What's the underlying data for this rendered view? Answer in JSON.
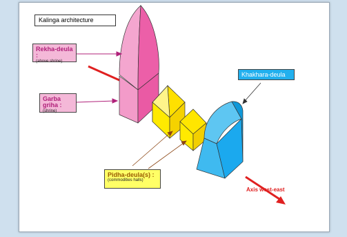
{
  "title": "Kalinga architecture",
  "labels": {
    "rekha": {
      "title": "Rekha-deula :",
      "subtitle": "(above shrine)"
    },
    "garba": {
      "title": "Garba griha :",
      "subtitle": "(shrine)"
    },
    "khakhara": {
      "title": "Khakhara-deula"
    },
    "pidha": {
      "title": "Pidha-deula(s) :",
      "subtitle": "(commodities halls)"
    },
    "axis": {
      "title": "Axis west-east"
    }
  },
  "colors": {
    "rekha": "#ee66ae",
    "pidha": "#ffee00",
    "khakhara": "#1ba9ee",
    "axis": "#e02020",
    "label_bg_pink": "#f4b8d8",
    "label_bg_yellow": "#ffff66",
    "label_bg_blue": "#22b0ee"
  }
}
